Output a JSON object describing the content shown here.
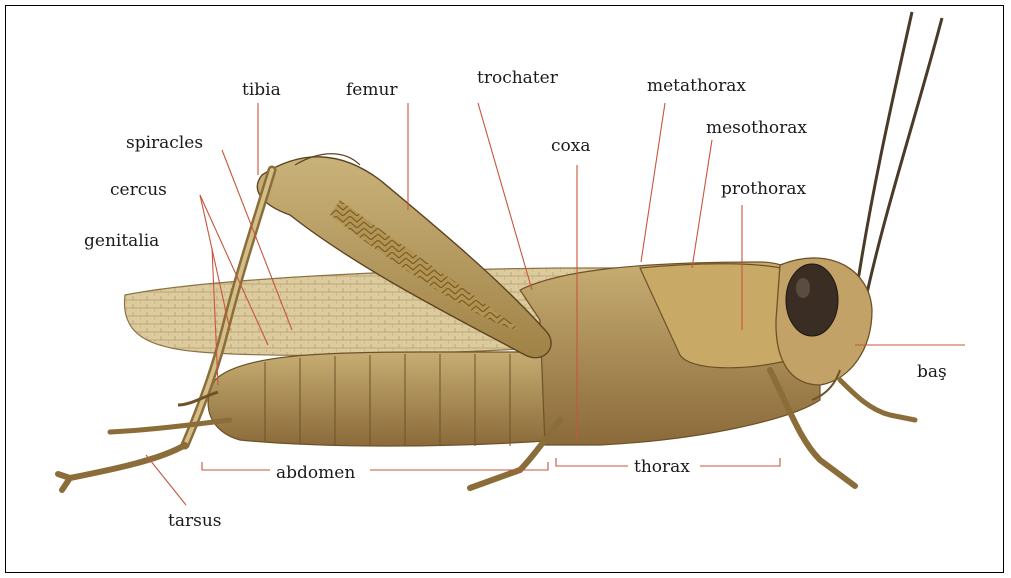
{
  "labels": {
    "tibia": "tibia",
    "femur": "femur",
    "trochater": "trochater",
    "metathorax": "metathorax",
    "mesothorax": "mesothorax",
    "spiracles": "spiracles",
    "coxa": "coxa",
    "cercus": "cercus",
    "prothorax": "prothorax",
    "genitalia": "genitalia",
    "bas": "baş",
    "abdomen": "abdomen",
    "thorax": "thorax",
    "tarsus": "tarsus"
  },
  "colors": {
    "leader_line": "#c8553d",
    "body_tan": "#b99b5e",
    "body_dark": "#7a5a2e",
    "wing": "#d8c79a",
    "eye": "#3a2e24"
  }
}
